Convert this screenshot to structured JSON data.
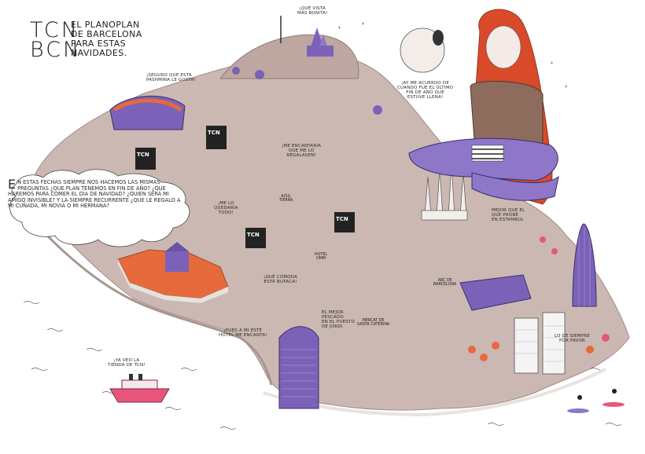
{
  "logo": {
    "mark": "TCN\nBCN",
    "subtitle": "EL PLANOPLAN\nDE BARCELONA\nPARA ESTAS\nNAVIDADES."
  },
  "intro_text": {
    "initial": "E",
    "body": "N ESTAS FECHAS SIEMPRE NOS HACEMOS LAS MISMAS PREGUNTAS ¿QUE PLAN TENEMOS EN FIN DE AÑO? ¿QUE HAREMOS PARA COMER EL DÍA DE NAVIDAD? ¿QUIEN SERÁ MI AMIGO INVISIBLE? Y LA SIEMPRE RECURRENTE ¿QUE LE REGALO A MI CUÑADA, MI NOVIA O MI HERMANA?"
  },
  "speech": {
    "bonita": "¡QUÉ VISTA\nMÁS BONITA!",
    "gipla": "¡SEGURO QUE ESTA\nPASHMINA LE GUSTA!",
    "luna": "¡AY ME ACUERDO DE\nCUANDO FUE EL ÚLTIMO\nFIN DE AÑO QUE\nESTUVE LLENA!",
    "regalasen": "¡ME ENCANTARÍA\nQUE ME LO\nREGALASEN!",
    "quedaria": "¡ME LO\nQUEDARÍA\nTODO!",
    "estambul": "MEJOR QUE EL\nQUE PROBÉ\nEN ESTAMBUL",
    "butaca": "¡QUÉ CÓMODA\nESTÁ BUTACA!",
    "pescado": "EL MEJOR\nPESCADO\nEN EL PUESTO\nDE JORDI",
    "hotel": "¡PUES A MI ESTE\nHOTEL ME ENCANTA!",
    "tienda": "¡YA VEO LA\nTIENDA DE TCN!",
    "favor": "LO DE SIEMPRE\nPOR FAVOR"
  },
  "signs": {
    "tcn": "TCN",
    "mercat": "MERCAT DE\nSANTA CATERINA",
    "hotel": "HOTEL\nOMM",
    "azul": "AZUL\nTIERRA",
    "arc": "ARC DE\nBARCELONA"
  },
  "colors": {
    "land": "#cbb8b2",
    "land_edge": "#9e8c87",
    "purple": "#7b62b8",
    "orange": "#e66a3c",
    "pink": "#e8557c",
    "sea": "#ffffff"
  }
}
